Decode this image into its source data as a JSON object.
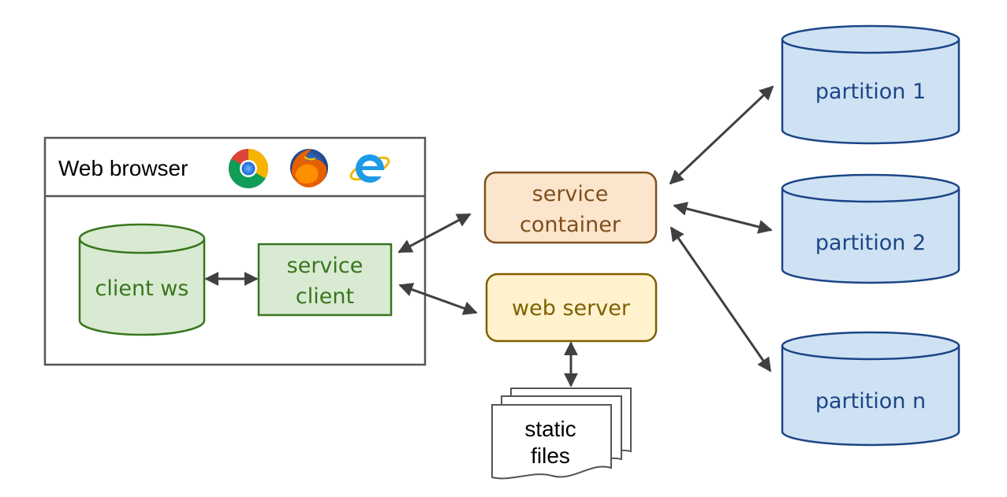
{
  "browser": {
    "title": "Web browser",
    "icons": [
      "chrome-icon",
      "firefox-icon",
      "internet-explorer-icon"
    ]
  },
  "client_ws": {
    "label": "client ws"
  },
  "service_client": {
    "line1": "service",
    "line2": "client"
  },
  "service_container": {
    "line1": "service",
    "line2": "container"
  },
  "web_server": {
    "label": "web server"
  },
  "static_files": {
    "line1": "static",
    "line2": "files"
  },
  "partitions": [
    {
      "label": "partition 1"
    },
    {
      "label": "partition 2"
    },
    {
      "label": "partition n"
    }
  ],
  "colors": {
    "green_fill": "#d9ead3",
    "green_stroke": "#38761d",
    "orange_fill": "#fce5cd",
    "orange_stroke": "#7f4f1b",
    "yellow_fill": "#fff2cc",
    "yellow_stroke": "#7f6000",
    "blue_fill": "#cfe2f3",
    "blue_stroke": "#1c4587",
    "arrow": "#404040"
  }
}
